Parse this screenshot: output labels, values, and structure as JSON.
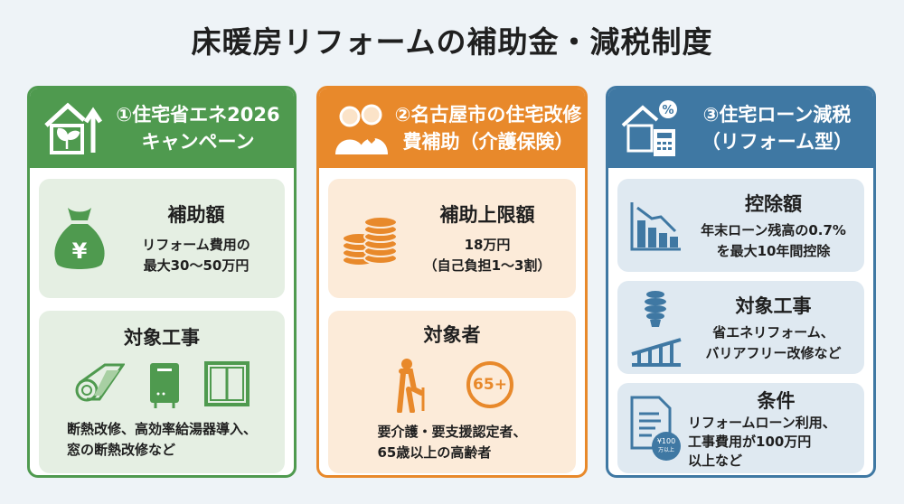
{
  "title": "床暖房リフォームの補助金・減税制度",
  "colors": {
    "green": "#4f9a4f",
    "orange": "#e8892b",
    "blue": "#3f78a3"
  },
  "cards": [
    {
      "title": "①住宅省エネ2026\nキャンペーン",
      "icon": "house-leaf-arrow-icon",
      "boxes": [
        {
          "heading": "補助額",
          "text": "リフォーム費用の\n最大30〜50万円",
          "icon": "money-bag-yen-icon"
        },
        {
          "heading": "対象工事",
          "text": "断熱改修、高効率給湯器導入、\n窓の断熱改修など",
          "icons": [
            "insulation-roll-icon",
            "water-heater-icon",
            "window-icon"
          ]
        }
      ]
    },
    {
      "title": "②名古屋市の住宅改修\n費補助（介護保険）",
      "icon": "elderly-couple-icon",
      "boxes": [
        {
          "heading": "補助上限額",
          "text": "18万円\n（自己負担1〜3割）",
          "icon": "coin-stack-icon"
        },
        {
          "heading": "対象者",
          "text": "要介護・要支援認定者、\n65歳以上の高齢者",
          "icons": [
            "elderly-cane-icon",
            "age-65-badge-icon"
          ],
          "badge": "65+"
        }
      ]
    },
    {
      "title": "③住宅ローン減税\n（リフォーム型）",
      "icon": "house-calculator-icon",
      "boxes": [
        {
          "heading": "控除額",
          "text": "年末ローン残高の0.7%\nを最大10年間控除",
          "icon": "declining-chart-icon"
        },
        {
          "heading": "対象工事",
          "text": "省エネリフォーム、\nバリアフリー改修など",
          "icon": "bulb-ramp-icon"
        },
        {
          "heading": "条件",
          "text": "リフォームローン利用、\n工事費用が100万円\n以上など",
          "icon": "document-100-icon",
          "badge": "¥100",
          "badge_sub": "万以上"
        }
      ]
    }
  ]
}
